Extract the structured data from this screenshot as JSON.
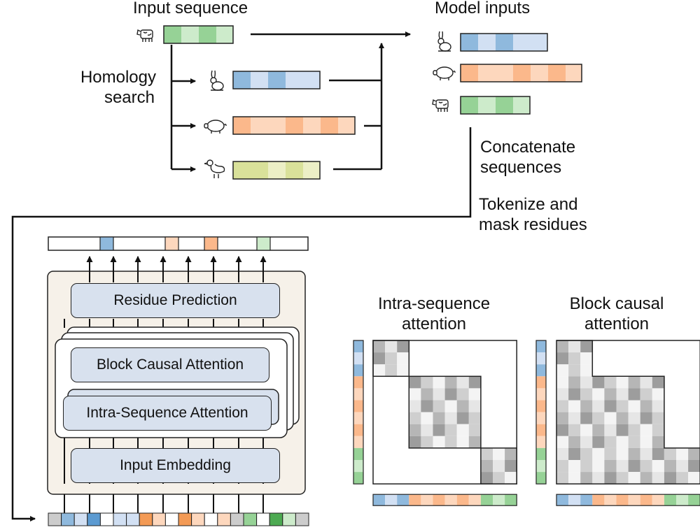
{
  "top": {
    "input_title": "Input sequence",
    "model_inputs_title": "Model inputs",
    "homology": [
      "Homology",
      "search"
    ],
    "concatenate": [
      "Concatenate",
      "sequences"
    ],
    "tokenize": [
      "Tokenize and",
      "mask residues"
    ]
  },
  "model": {
    "residue_prediction": "Residue Prediction",
    "block_causal": "Block Causal Attention",
    "intra_sequence": "Intra-Sequence Attention",
    "input_embedding": "Input Embedding"
  },
  "attention": {
    "intra_title": [
      "Intra-sequence",
      "attention"
    ],
    "block_title": [
      "Block causal",
      "attention"
    ]
  },
  "icons": {
    "cow": "cow-icon",
    "rabbit": "rabbit-icon",
    "pig": "pig-icon",
    "duck": "duck-icon"
  },
  "colors": {
    "blue": [
      "#8fb9dd",
      "#d2e0f3"
    ],
    "orange": [
      "#fbb88b",
      "#fdd7bd"
    ],
    "green": [
      "#96d296",
      "#cdebcb"
    ],
    "yellow": [
      "#d9e19a",
      "#ecefc6"
    ],
    "arch_panel": "#f6f1e9",
    "arch_box": "#d8e1ee"
  }
}
